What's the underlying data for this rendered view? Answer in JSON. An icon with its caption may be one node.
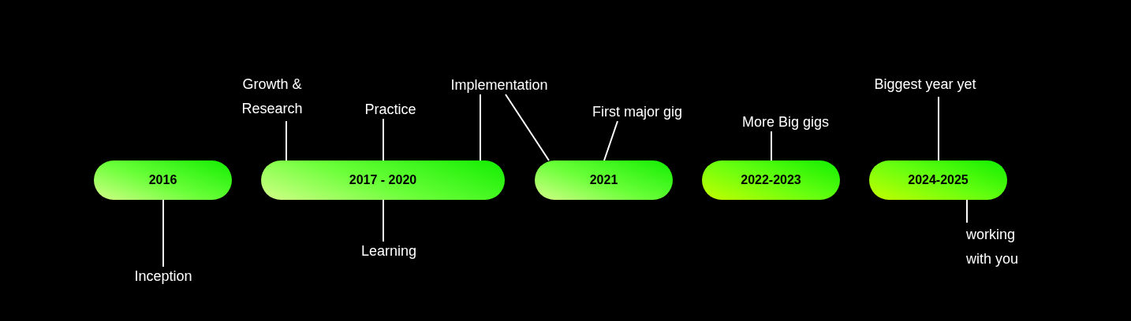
{
  "diagram": {
    "nodes": [
      {
        "text": [
          "2016"
        ]
      },
      {
        "text": [
          "2017 - 2020"
        ]
      },
      {
        "text": [
          "2021"
        ]
      },
      {
        "text": [
          "2022-2023"
        ]
      },
      {
        "text": [
          "2024-2025"
        ]
      },
      {
        "text": [
          "Growth & Research"
        ]
      },
      {
        "text": [
          "Practice"
        ]
      },
      {
        "text": [
          "Implementation"
        ]
      },
      {
        "text": [
          "First major gig"
        ]
      },
      {
        "text": [
          "More Big gigs"
        ]
      },
      {
        "text": [
          "Biggest year yet"
        ]
      },
      {
        "text": [
          "Inception"
        ]
      },
      {
        "text": [
          "Learning"
        ]
      },
      {
        "text": [
          "working with you"
        ]
      }
    ],
    "edges": [
      {
        "from": 5,
        "to": 1,
        "arrow": "none"
      },
      {
        "from": 6,
        "to": 1,
        "arrow": "none"
      },
      {
        "from": 7,
        "to": 1,
        "arrow": "none"
      },
      {
        "from": 7,
        "to": 2,
        "arrow": "none"
      },
      {
        "from": 8,
        "to": 2,
        "arrow": "none"
      },
      {
        "from": 9,
        "to": 3,
        "arrow": "none"
      },
      {
        "from": 10,
        "to": 4,
        "arrow": "none"
      },
      {
        "from": 11,
        "to": 0,
        "arrow": "none"
      },
      {
        "from": 12,
        "to": 1,
        "arrow": "none"
      },
      {
        "from": 13,
        "to": 4,
        "arrow": "none"
      }
    ]
  }
}
